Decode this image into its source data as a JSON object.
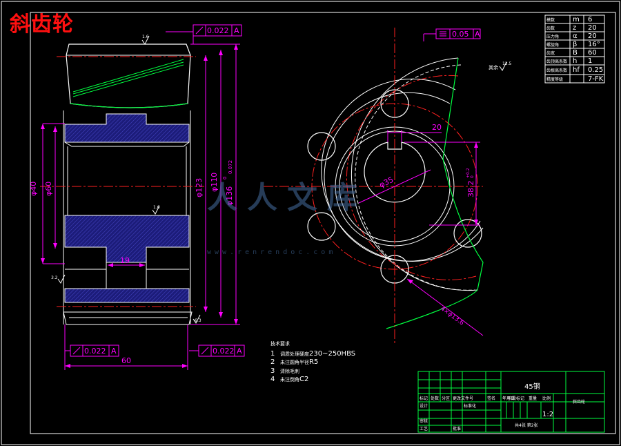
{
  "title": "斜齿轮",
  "parameter_table": {
    "rows": [
      {
        "label": "模数",
        "symbol": "m",
        "value": "6"
      },
      {
        "label": "齿数",
        "symbol": "z",
        "value": "20"
      },
      {
        "label": "压力角",
        "symbol": "α",
        "value": "20"
      },
      {
        "label": "螺旋角",
        "symbol": "β",
        "value": "16°"
      },
      {
        "label": "齿宽",
        "symbol": "B",
        "value": "60"
      },
      {
        "label": "齿顶高系数",
        "symbol": "h",
        "value": "1"
      },
      {
        "label": "齿根高系数",
        "symbol": "hf",
        "value": "0.25"
      },
      {
        "label": "精度等级",
        "symbol": "",
        "value": "7-FK"
      }
    ]
  },
  "dimensions": {
    "tol_top": "0.022",
    "tol_bottom_left": "0.022",
    "tol_bottom_right": "0.022",
    "datum": "A",
    "sym_tol": "0.05",
    "d40": "φ40",
    "d60": "φ60",
    "d123": "φ123",
    "d110": "φ110",
    "d136": "φ136",
    "d136_tol": "0.072",
    "d136_tol2": "0",
    "width": "60",
    "hub": "19",
    "d35": "φ35",
    "key_h": "38.2",
    "key_tol": "+0.2",
    "key_tol2": "0",
    "key_w": "20",
    "holes": "4×φ13.6",
    "rough_a": "1.6",
    "rough_b": "1.6",
    "rough_c": "3.2",
    "rough_d": "6.3",
    "rough_e": "12.5",
    "other": "其余"
  },
  "notes": {
    "heading": "技术要求",
    "items": [
      {
        "num": "1",
        "pre": "调质处理硬度",
        "main": "230~250HBS"
      },
      {
        "num": "2",
        "pre": "未注圆角半径",
        "main": "R5"
      },
      {
        "num": "3",
        "pre": "清除毛刺",
        "main": ""
      },
      {
        "num": "4",
        "pre": "未注倒角",
        "main": "C2"
      }
    ]
  },
  "title_block": {
    "material": "45钢",
    "name": "斜齿轮",
    "scale": "1:2",
    "scale_label": "比例",
    "weight_label": "重量",
    "stage_label": "阶段标记",
    "sheets": "共4张 第2张",
    "row_labels": [
      "标记",
      "处数",
      "分区",
      "更改文件号",
      "签名",
      "年月日"
    ],
    "roles": [
      "设计",
      "审核",
      "工艺"
    ],
    "std": "标准化",
    "approve": "批准"
  },
  "watermark": {
    "main": "人人文库",
    "url": "www.renrendoc.com"
  },
  "colors": {
    "bg": "#000000",
    "frame": "#ffffff",
    "outline": "#ffffff",
    "dimension": "#ff00ff",
    "center": "#ff2020",
    "hatch": "#202090",
    "green": "#00ff40",
    "cyan": "#00ffff",
    "yellow": "#ffff00"
  }
}
